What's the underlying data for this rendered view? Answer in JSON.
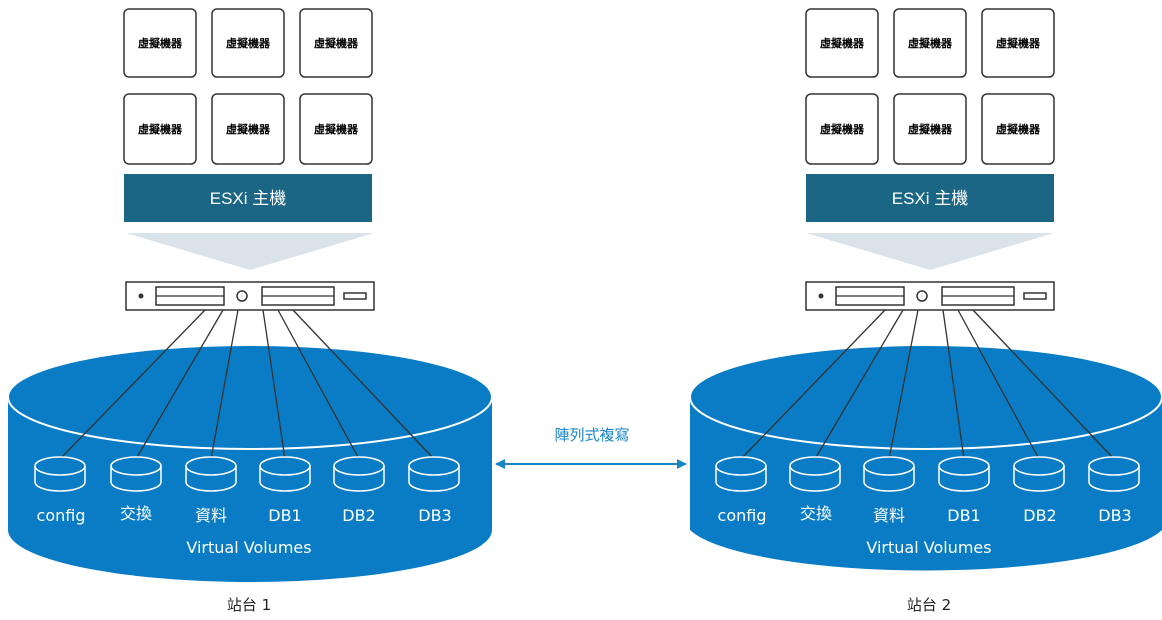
{
  "sites": [
    {
      "vm_labels": [
        "虛擬機器",
        "虛擬機器",
        "虛擬機器",
        "虛擬機器",
        "虛擬機器",
        "虛擬機器"
      ],
      "host_label": "ESXi 主機",
      "volumes": [
        "config",
        "交換",
        "資料",
        "DB1",
        "DB2",
        "DB3"
      ],
      "datastore_label": "Virtual Volumes",
      "site_label": "站台 1"
    },
    {
      "vm_labels": [
        "虛擬機器",
        "虛擬機器",
        "虛擬機器",
        "虛擬機器",
        "虛擬機器",
        "虛擬機器"
      ],
      "host_label": "ESXi 主機",
      "volumes": [
        "config",
        "交換",
        "資料",
        "DB1",
        "DB2",
        "DB3"
      ],
      "datastore_label": "Virtual Volumes",
      "site_label": "站台 2"
    }
  ],
  "replication": {
    "label": "陣列式複寫"
  },
  "colors": {
    "host_bar": "#1b6585",
    "datastore": "#0a7cc5",
    "datastore_dark": "#0a6aa8",
    "arrow": "#1a86c7",
    "funnel": "#dbe3ea"
  },
  "icons": {
    "vm": "vm-box-icon",
    "storage_array": "storage-array-icon",
    "volume": "disk-cylinder-icon"
  }
}
